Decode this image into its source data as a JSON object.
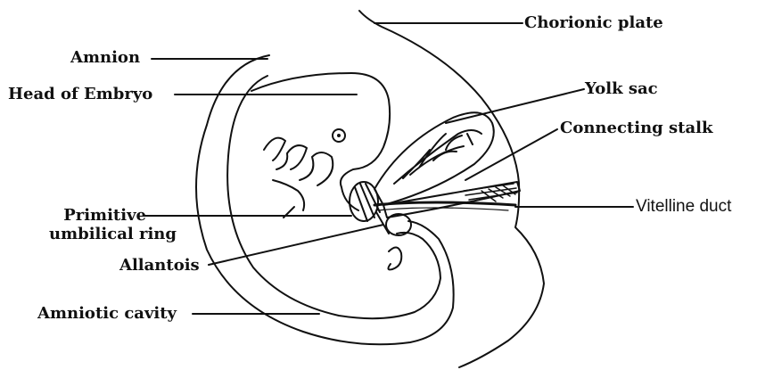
{
  "labels": {
    "chorionic_plate": "Chorionic plate",
    "amnion": "Amnion",
    "head_of_embryo": "Head of Embryo",
    "yolk_sac": "Yolk sac",
    "connecting_stalk": "Connecting stalk",
    "primitive_umbilical_ring": [
      "Primitive",
      "umbilical ring"
    ],
    "vitelline_duct": "Vitelline duct",
    "allantois": "Allantois",
    "amniotic_cavity": "Amniotic cavity"
  },
  "colors": {
    "ink": "#111111",
    "background": "#ffffff"
  }
}
